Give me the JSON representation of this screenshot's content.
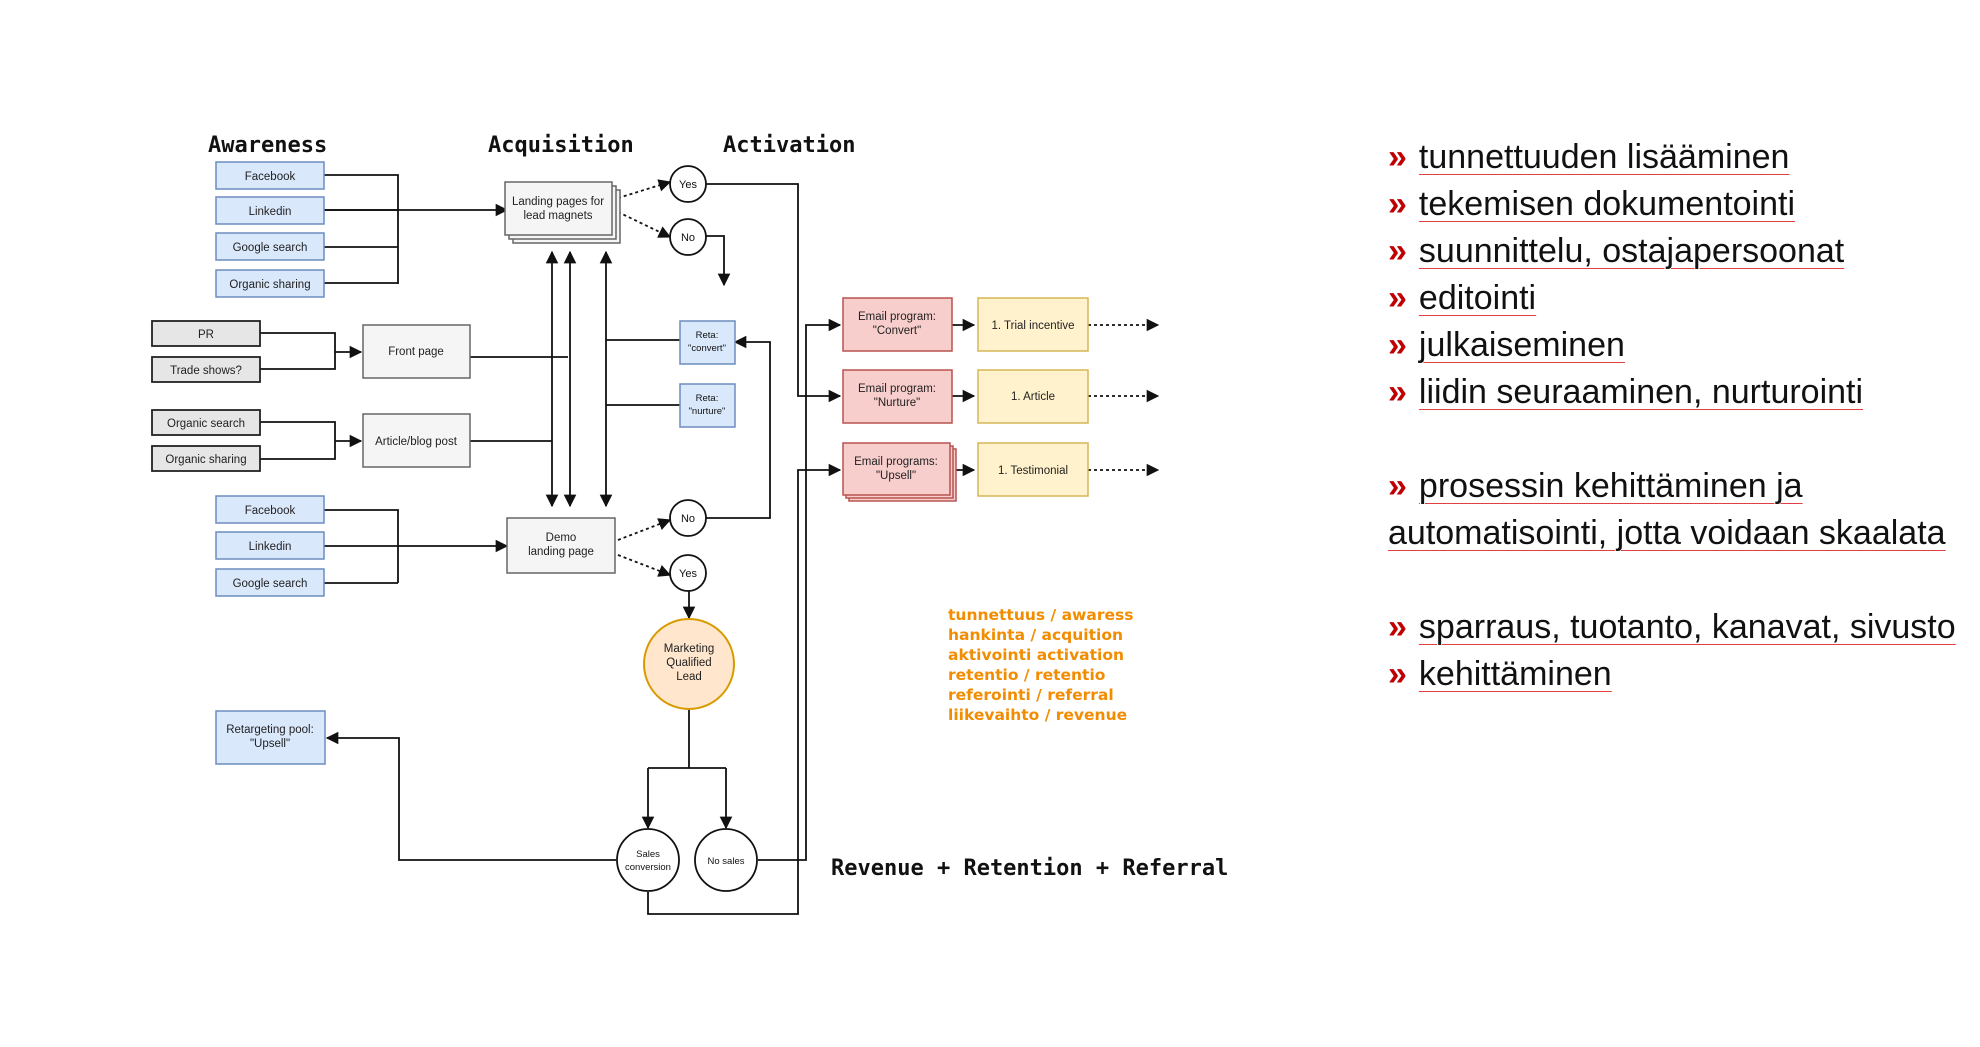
{
  "diagram": {
    "phases": {
      "awareness": "Awareness",
      "acquisition": "Acquisition",
      "activation": "Activation"
    },
    "awareness_top": [
      "Facebook",
      "Linkedin",
      "Google search",
      "Organic sharing"
    ],
    "pr_group": [
      "PR",
      "Trade shows?"
    ],
    "organic_group": [
      "Organic search",
      "Organic sharing"
    ],
    "awareness_bottom": [
      "Facebook",
      "Linkedin",
      "Google search"
    ],
    "front_page": "Front page",
    "article_post": "Article/blog post",
    "landing_pages": [
      "Landing pages for",
      "lead magnets"
    ],
    "demo_landing": [
      "Demo",
      "landing page"
    ],
    "yes": "Yes",
    "no": "No",
    "reta_convert": [
      "Reta:",
      "\"convert\""
    ],
    "reta_nurture": [
      "Reta:",
      "\"nurture\""
    ],
    "email_convert": [
      "Email program:",
      "\"Convert\""
    ],
    "email_nurture": [
      "Email program:",
      "\"Nurture\""
    ],
    "email_upsell": [
      "Email programs:",
      "\"Upsell\""
    ],
    "trial_incentive": "1. Trial incentive",
    "article": "1. Article",
    "testimonial": "1. Testimonial",
    "mql": [
      "Marketing",
      "Qualified",
      "Lead"
    ],
    "retargeting_pool": [
      "Retargeting pool:",
      "\"Upsell\""
    ],
    "sales_conversion": [
      "Sales",
      "conversion"
    ],
    "no_sales": "No sales",
    "revenue_label": "Revenue + Retention + Referral"
  },
  "legend": [
    "tunnettuus / awaress",
    "hankinta / acquition",
    "aktivointi activation",
    "retentio / retentio",
    "referointi / referral",
    "liikevaihto / revenue"
  ],
  "bullets": [
    "tunnettuuden lisääminen",
    "tekemisen dokumentointi",
    "suunnittelu, ostajapersoonat",
    "editointi",
    "julkaiseminen",
    "liidin seuraaminen, nurturointi",
    "",
    "prosessin kehittäminen ja automatisointi, jotta voidaan skaalata",
    "",
    "sparraus, tuotanto, kanavat, sivusto",
    "kehittäminen"
  ],
  "bullet_marker": "»",
  "colors": {
    "blue_fill": "#dae8fc",
    "blue_stroke": "#6c8ebf",
    "grey_fill": "#f5f5f5",
    "grey_stroke": "#666666",
    "dark_fill": "#e6e6e6",
    "red_fill": "#f8cecc",
    "red_stroke": "#b85450",
    "yellow_fill": "#fff2cc",
    "yellow_stroke": "#d6b656",
    "orange_fill": "#ffe6cc",
    "orange_stroke": "#d79b00",
    "legend": "#f28c00",
    "bullet_marker": "#c00000"
  }
}
